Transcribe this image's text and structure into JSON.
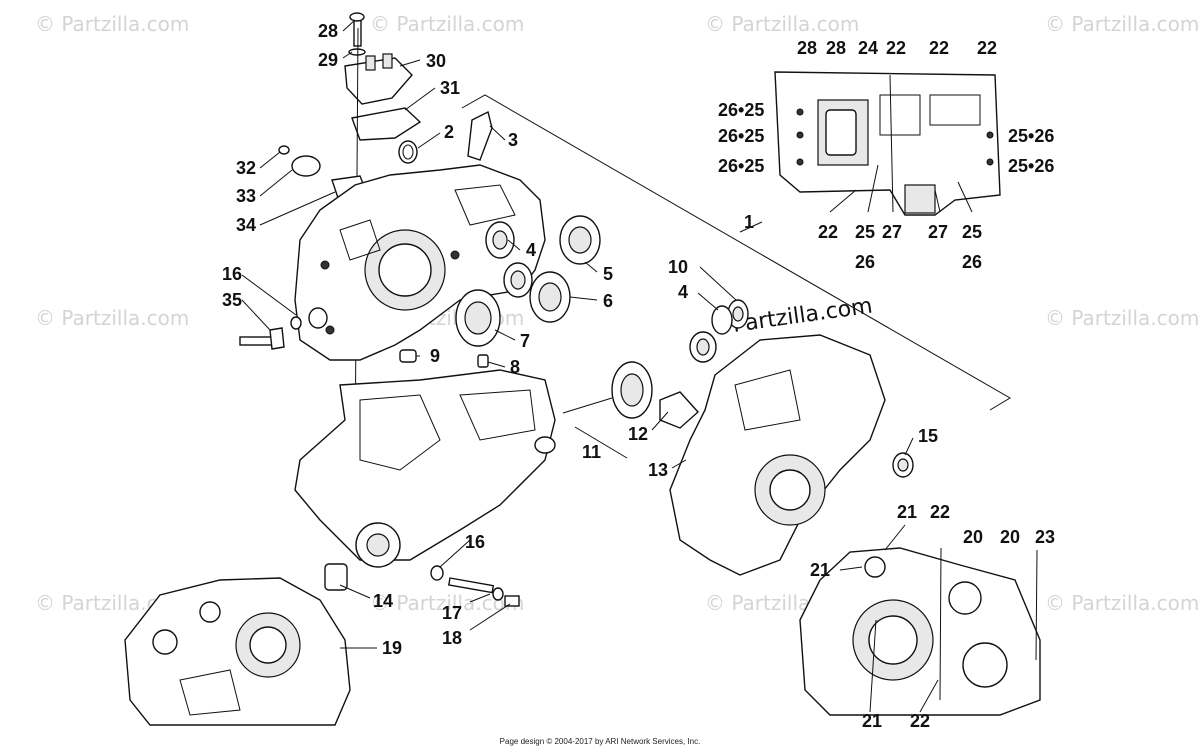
{
  "watermark": {
    "text": "© Partzilla.com",
    "prominent_text": "©Partzilla.com"
  },
  "callouts": [
    {
      "id": "c28a",
      "text": "28"
    },
    {
      "id": "c29",
      "text": "29"
    },
    {
      "id": "c30",
      "text": "30"
    },
    {
      "id": "c31",
      "text": "31"
    },
    {
      "id": "c2",
      "text": "2"
    },
    {
      "id": "c3",
      "text": "3"
    },
    {
      "id": "c32",
      "text": "32"
    },
    {
      "id": "c33",
      "text": "33"
    },
    {
      "id": "c34",
      "text": "34"
    },
    {
      "id": "c4a",
      "text": "4"
    },
    {
      "id": "c5",
      "text": "5"
    },
    {
      "id": "c6",
      "text": "6"
    },
    {
      "id": "c16a",
      "text": "16"
    },
    {
      "id": "c35",
      "text": "35"
    },
    {
      "id": "c7",
      "text": "7"
    },
    {
      "id": "c9",
      "text": "9"
    },
    {
      "id": "c8",
      "text": "8"
    },
    {
      "id": "c1",
      "text": "1"
    },
    {
      "id": "c10",
      "text": "10"
    },
    {
      "id": "c4b",
      "text": "4"
    },
    {
      "id": "c12",
      "text": "12"
    },
    {
      "id": "c11",
      "text": "11"
    },
    {
      "id": "c13",
      "text": "13"
    },
    {
      "id": "c15",
      "text": "15"
    },
    {
      "id": "c14",
      "text": "14"
    },
    {
      "id": "c16b",
      "text": "16"
    },
    {
      "id": "c17",
      "text": "17"
    },
    {
      "id": "c18",
      "text": "18"
    },
    {
      "id": "c19",
      "text": "19"
    },
    {
      "id": "c28b",
      "text": "28"
    },
    {
      "id": "c28c",
      "text": "28"
    },
    {
      "id": "c24",
      "text": "24"
    },
    {
      "id": "c22a",
      "text": "22"
    },
    {
      "id": "c22b",
      "text": "22"
    },
    {
      "id": "c22c",
      "text": "22"
    },
    {
      "id": "c2625a",
      "text": "26•25"
    },
    {
      "id": "c2625b",
      "text": "26•25"
    },
    {
      "id": "c2625c",
      "text": "26•25"
    },
    {
      "id": "c2526a",
      "text": "25•26"
    },
    {
      "id": "c2526b",
      "text": "25•26"
    },
    {
      "id": "c22d",
      "text": "22"
    },
    {
      "id": "c25a",
      "text": "25"
    },
    {
      "id": "c26a",
      "text": "26"
    },
    {
      "id": "c27a",
      "text": "27"
    },
    {
      "id": "c27b",
      "text": "27"
    },
    {
      "id": "c25b",
      "text": "25"
    },
    {
      "id": "c26b",
      "text": "26"
    },
    {
      "id": "c21a",
      "text": "21"
    },
    {
      "id": "c22e",
      "text": "22"
    },
    {
      "id": "c20a",
      "text": "20"
    },
    {
      "id": "c20b",
      "text": "20"
    },
    {
      "id": "c23",
      "text": "23"
    },
    {
      "id": "c21b",
      "text": "21"
    },
    {
      "id": "c21c",
      "text": "21"
    },
    {
      "id": "c22f",
      "text": "22"
    }
  ],
  "footer": {
    "text": "Page design © 2004-2017 by ARI Network Services, Inc."
  }
}
